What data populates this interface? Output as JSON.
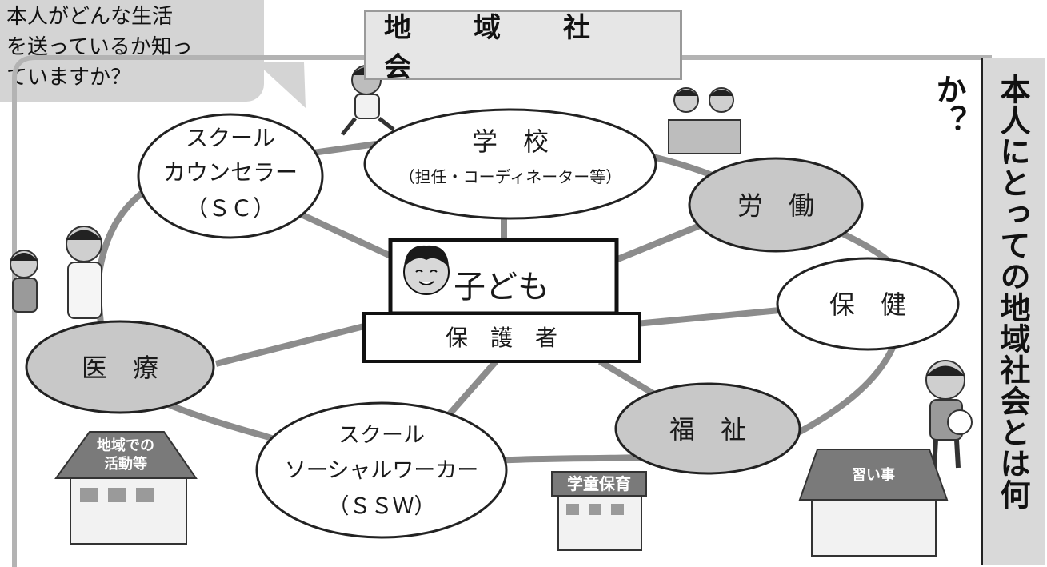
{
  "speech_bubble": "本人がどんな生活\nを送っているか知っ\nていますか？",
  "community_title": "地域社会",
  "community_title_display": "地　域　社　会",
  "side_title": "本人にとっての地域社会とは何か？",
  "center": {
    "child": "子ども",
    "guardian": "保　護　者"
  },
  "nodes": {
    "school": {
      "title": "学　校",
      "sub": "（担任・コーディネーター等）"
    },
    "counselor": {
      "lines": [
        "スクール",
        "カウンセラー",
        "（ＳＣ）"
      ]
    },
    "labor": {
      "label": "労　働"
    },
    "health": {
      "label": "保　健"
    },
    "medical": {
      "label": "医　療"
    },
    "welfare": {
      "label": "福　祉"
    },
    "ssw": {
      "lines": [
        "スクール",
        "ソーシャルワーカー",
        "（ＳＳＷ）"
      ]
    }
  },
  "buildings": {
    "community_activity": [
      "地域での",
      "活動等"
    ],
    "afterschool": "学童保育",
    "lessons": "習い事"
  },
  "colors": {
    "gray_fill": "#c8c8c8",
    "line": "#8c8c8c",
    "dark": "#1a1a1a"
  }
}
